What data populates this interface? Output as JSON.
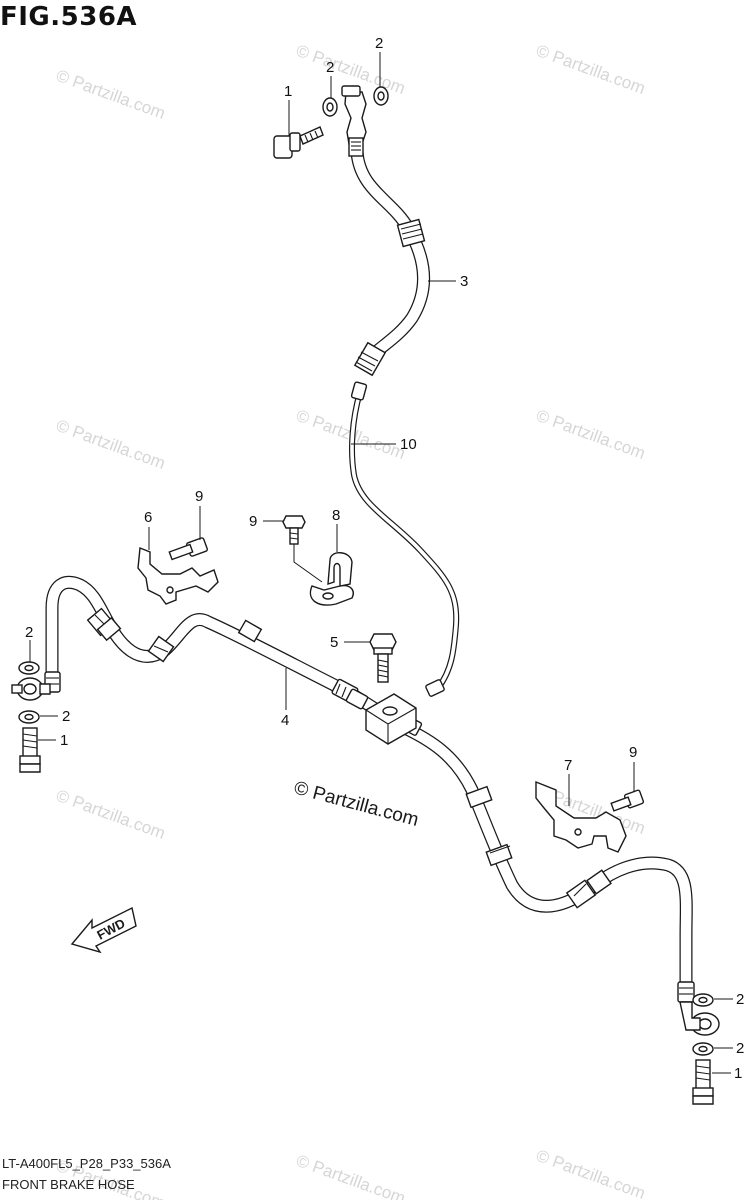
{
  "figure": {
    "title": "FIG.536A",
    "model_code": "LT-A400FL5_P28_P33_536A",
    "section_name": "FRONT BRAKE HOSE"
  },
  "watermark": {
    "text": "© Partzilla.com",
    "copyright": "© Partzilla.com",
    "color": "#d6d6d6"
  },
  "direction_label": "FWD",
  "callouts": {
    "bolt_top": "1",
    "washer_top_a": "2",
    "washer_top_b": "2",
    "hose_upper": "3",
    "hose_lower": "4",
    "joint_bolt": "5",
    "bracket_left": "6",
    "bracket_right": "7",
    "clamp": "8",
    "bolt_clamp": "9",
    "bolt_bracket_left": "9",
    "bolt_bracket_right": "9",
    "brake_pipe": "10",
    "washer_left_a": "2",
    "washer_left_b": "2",
    "bolt_left": "1",
    "washer_right_a": "2",
    "washer_right_b": "2",
    "bolt_right": "1"
  }
}
